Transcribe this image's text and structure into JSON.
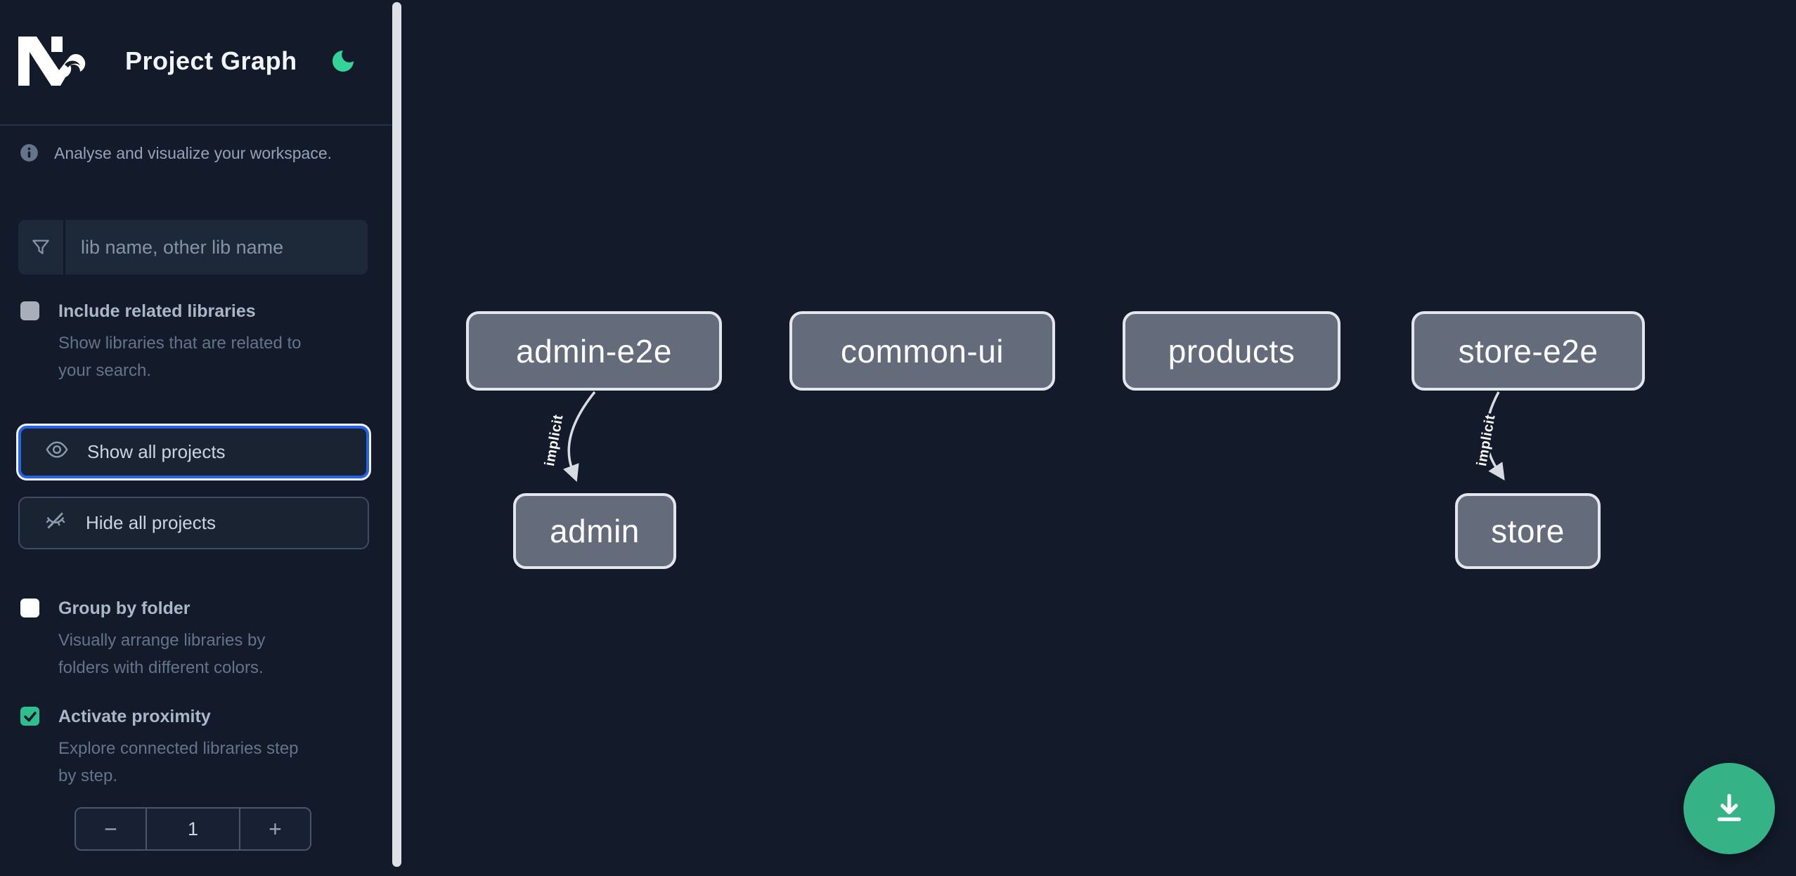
{
  "app": {
    "title": "Project Graph"
  },
  "sidebar": {
    "info_text": "Analyse and visualize your workspace.",
    "search": {
      "placeholder": "lib name, other lib name",
      "value": ""
    },
    "toggles": [
      {
        "label": "Include related libraries",
        "description": "Show libraries that are related to your search.",
        "checked": false,
        "disabled": true
      },
      {
        "label": "Group by folder",
        "description": "Visually arrange libraries by folders with different colors.",
        "checked": false,
        "disabled": false
      },
      {
        "label": "Activate proximity",
        "description": "Explore connected libraries step by step.",
        "checked": true,
        "disabled": false
      }
    ],
    "actions": [
      {
        "label": "Show all projects",
        "icon": "eye-icon",
        "focused": true
      },
      {
        "label": "Hide all projects",
        "icon": "eye-off-icon",
        "focused": false
      }
    ],
    "stepper": {
      "decrement_label": "−",
      "value": "1",
      "increment_label": "+"
    }
  },
  "graph": {
    "nodes": [
      {
        "id": "admin-e2e",
        "label": "admin-e2e"
      },
      {
        "id": "common-ui",
        "label": "common-ui"
      },
      {
        "id": "products",
        "label": "products"
      },
      {
        "id": "store-e2e",
        "label": "store-e2e"
      },
      {
        "id": "admin",
        "label": "admin"
      },
      {
        "id": "store",
        "label": "store"
      }
    ],
    "edges": [
      {
        "source": "admin-e2e",
        "target": "admin",
        "label": "implicit"
      },
      {
        "source": "store-e2e",
        "target": "store",
        "label": "implicit"
      }
    ]
  },
  "fab": {
    "icon": "download-icon"
  },
  "colors": {
    "background": "#131a29",
    "panel": "#1d2939",
    "focus_blue": "#2563eb",
    "accent_green": "#2fbf8e",
    "fab_green": "#35b286",
    "moon_green": "#34d399",
    "node_fill": "#646c7c",
    "node_border": "#e3e6ea",
    "edge_gray": "#d7dce2",
    "text_light": "#cbd5e1",
    "text_muted": "#64748b"
  }
}
